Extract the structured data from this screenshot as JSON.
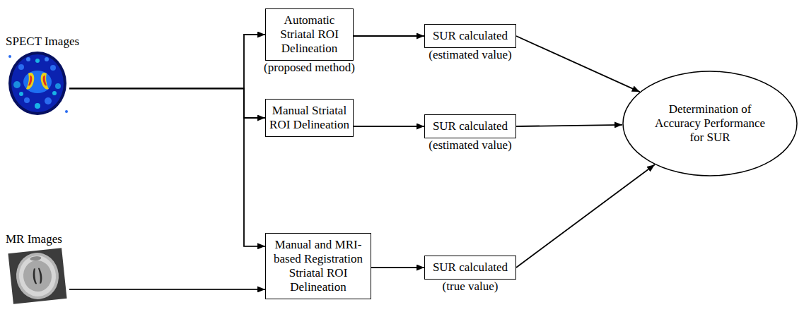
{
  "diagram": {
    "nodes": [
      {
        "text": [
          "SPECT Images"
        ]
      },
      {
        "text": [
          "MR Images"
        ]
      },
      {
        "text": [
          "Automatic Striatal ROI Delineation",
          "(proposed method)"
        ]
      },
      {
        "text": [
          "SUR calculated",
          "(estimated value)"
        ]
      },
      {
        "text": [
          "Manual Striatal ROI Delineation"
        ]
      },
      {
        "text": [
          "SUR calculated",
          "(estimated value)"
        ]
      },
      {
        "text": [
          "Manual and MRI- based Registration Striatal ROI Delineation"
        ]
      },
      {
        "text": [
          "SUR calculated",
          "(true value)"
        ]
      },
      {
        "text": [
          "Determination of Accuracy Performance for SUR"
        ]
      }
    ],
    "edges": [
      {
        "from": 0,
        "to": 2,
        "arrow": "to"
      },
      {
        "from": 0,
        "to": 4,
        "arrow": "to"
      },
      {
        "from": 0,
        "to": 6,
        "arrow": "to"
      },
      {
        "from": 1,
        "to": 6,
        "arrow": "to"
      },
      {
        "from": 2,
        "to": 3,
        "arrow": "to"
      },
      {
        "from": 4,
        "to": 5,
        "arrow": "to"
      },
      {
        "from": 6,
        "to": 7,
        "arrow": "to"
      },
      {
        "from": 3,
        "to": 8,
        "arrow": "to"
      },
      {
        "from": 5,
        "to": 8,
        "arrow": "to"
      },
      {
        "from": 7,
        "to": 8,
        "arrow": "to"
      }
    ]
  }
}
